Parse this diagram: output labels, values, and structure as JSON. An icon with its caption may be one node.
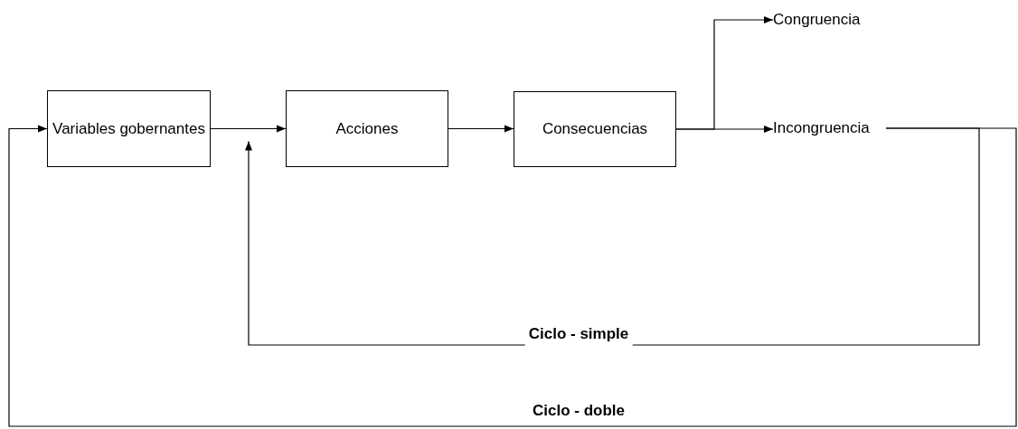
{
  "diagram": {
    "nodes": [
      {
        "text": [
          "Variables gobernantes"
        ]
      },
      {
        "text": [
          "Acciones"
        ]
      },
      {
        "text": [
          "Consecuencias"
        ]
      },
      {
        "text": [
          "Congruencia"
        ]
      },
      {
        "text": [
          "Incongruencia"
        ]
      }
    ],
    "edges": [
      {
        "from": 0,
        "to": 1,
        "arrow": "to"
      },
      {
        "from": 1,
        "to": 2,
        "arrow": "to"
      },
      {
        "from": 2,
        "to": 3,
        "arrow": "to"
      },
      {
        "from": 2,
        "to": 4,
        "arrow": "to"
      },
      {
        "from": 4,
        "to": 1,
        "arrow": "to",
        "label": "Ciclo - simple"
      },
      {
        "from": 4,
        "to": 0,
        "arrow": "to",
        "label": "Ciclo - doble"
      }
    ]
  }
}
